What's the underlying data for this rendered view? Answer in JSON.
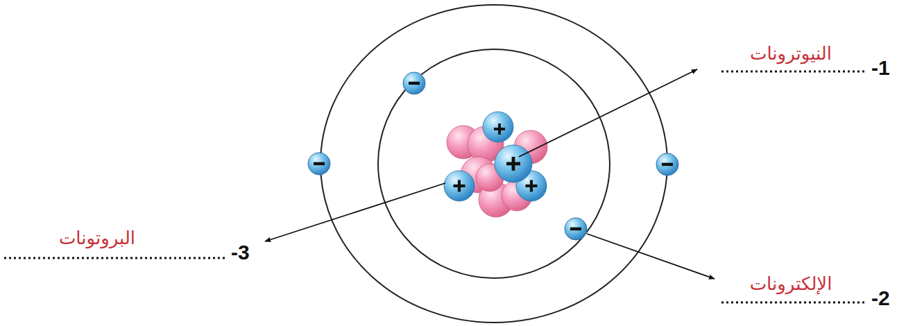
{
  "diagram": {
    "labels": [
      "-1",
      "النيوترونات",
      "-2",
      "الإلكترونات",
      "-3",
      "البروتونات"
    ]
  }
}
